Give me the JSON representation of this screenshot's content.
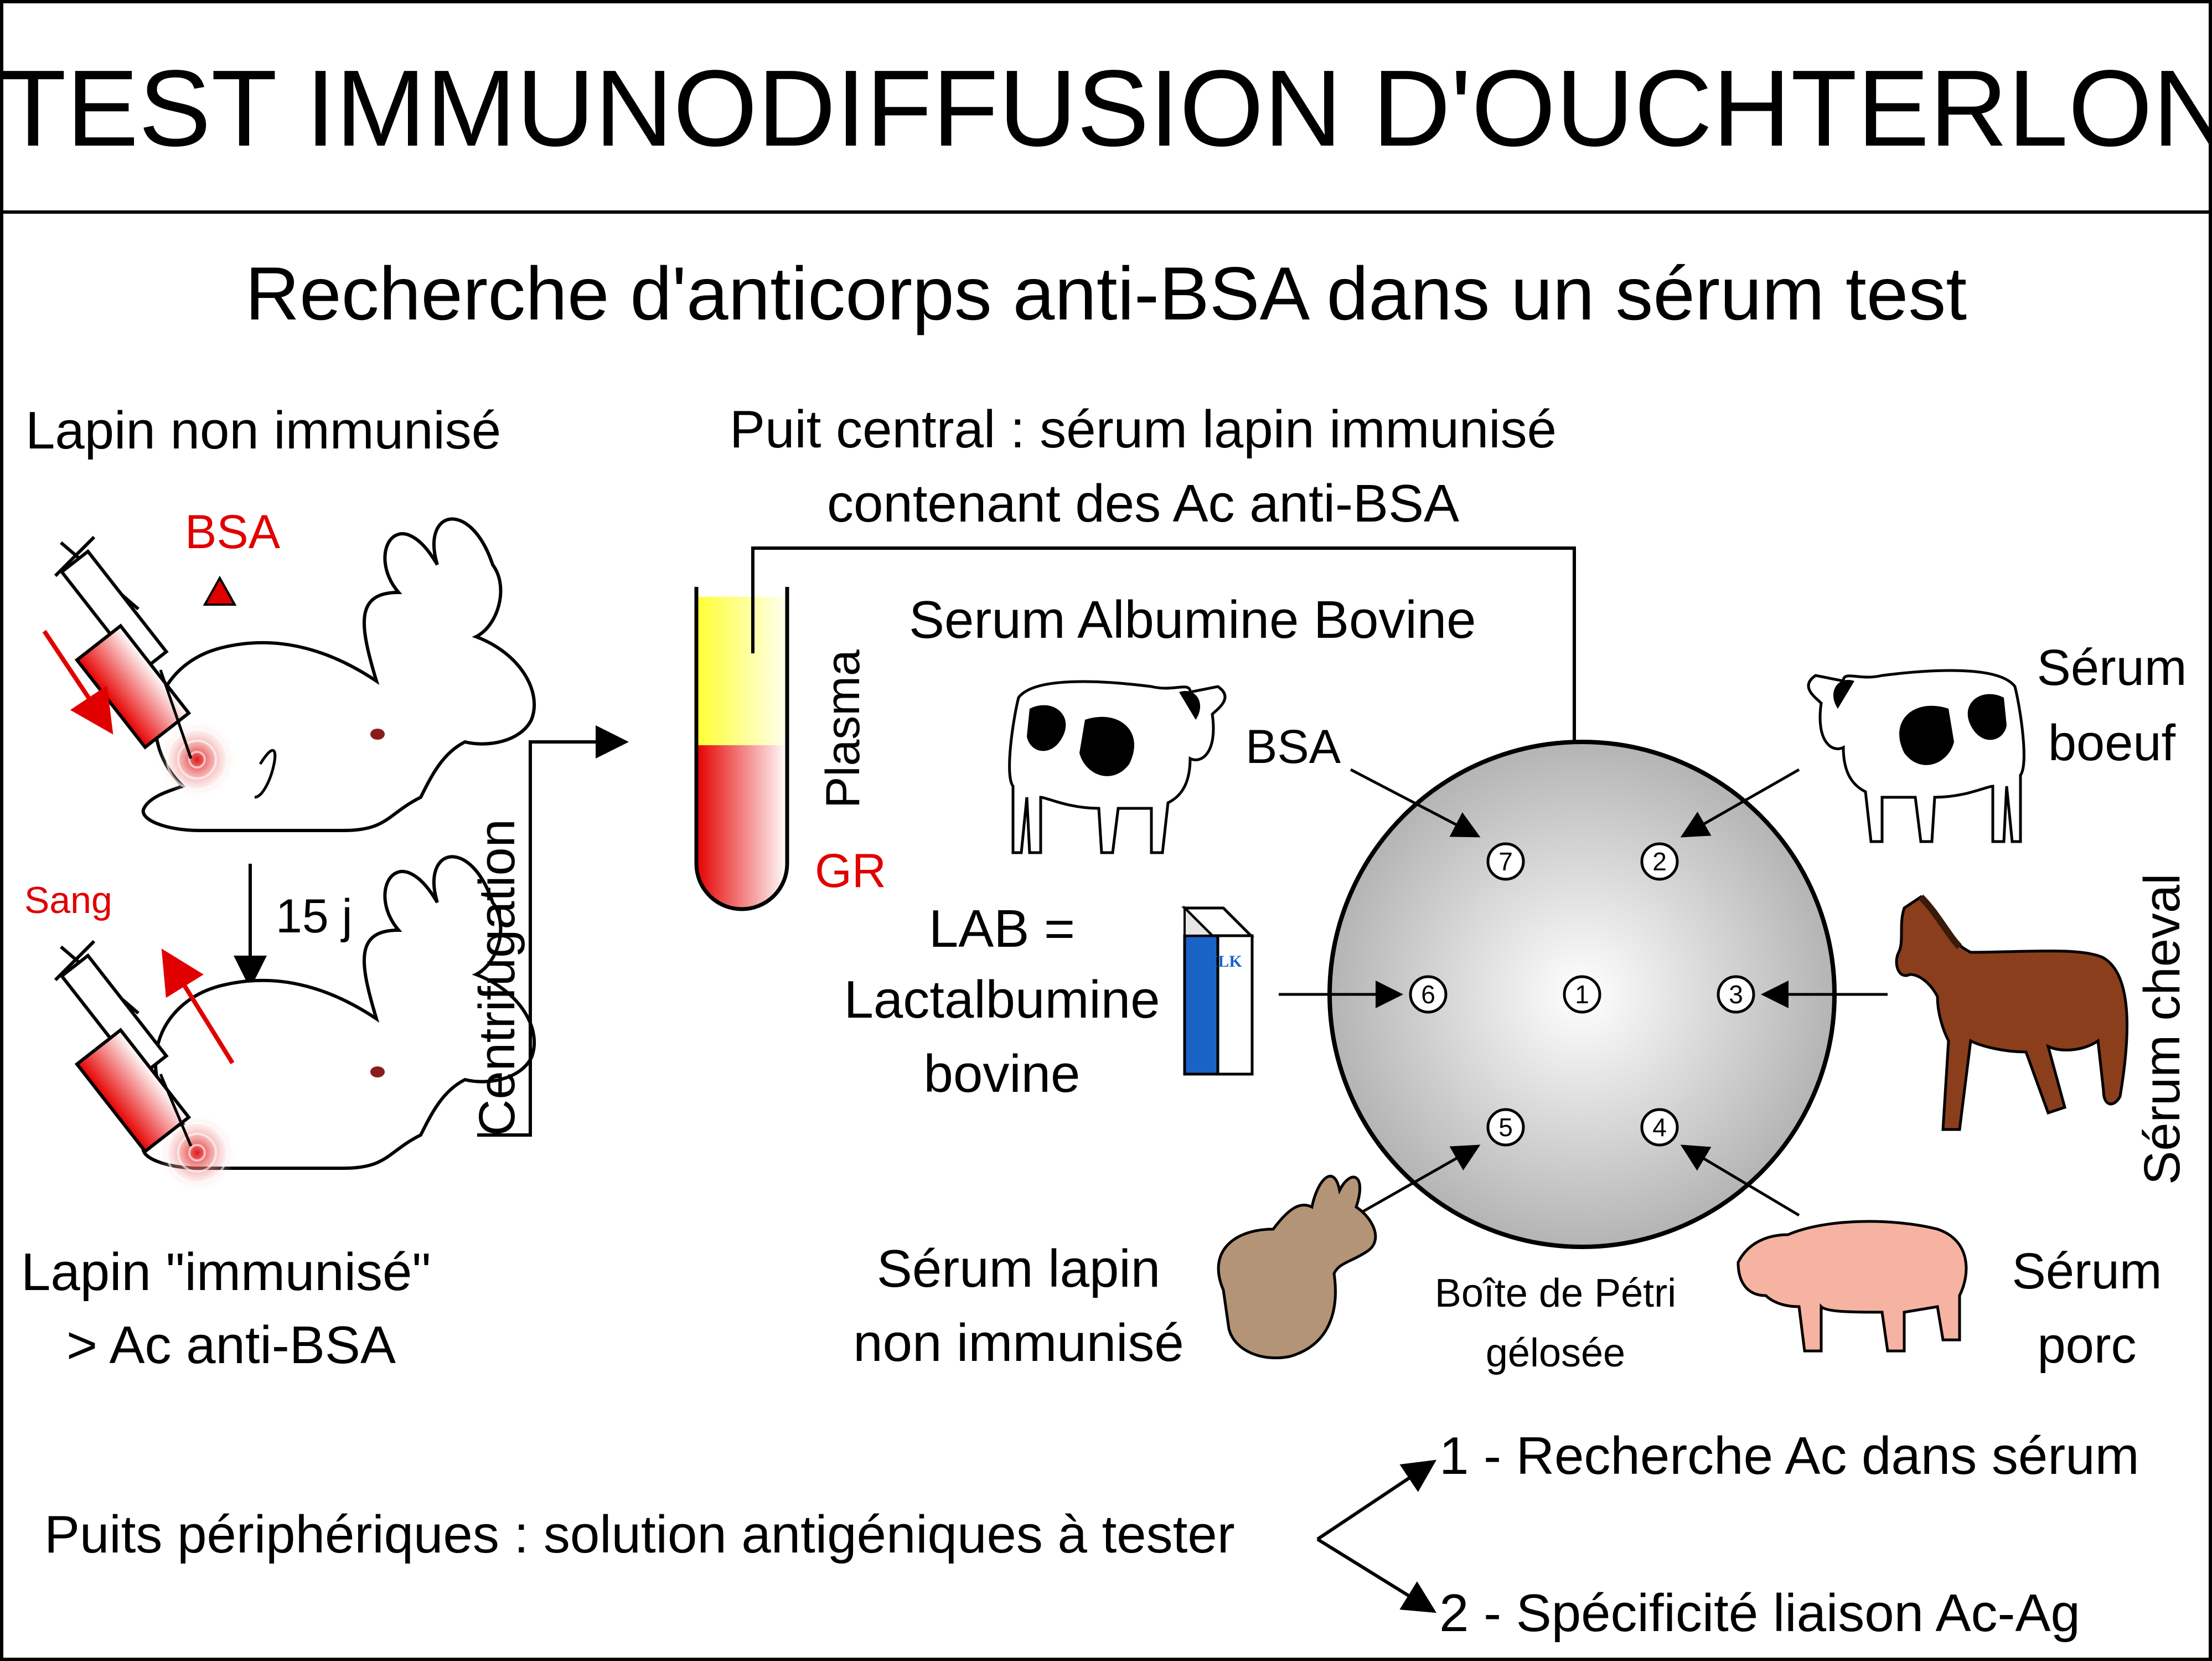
{
  "title": "TEST IMMUNODIFFUSION D'OUCHTERLONY",
  "subtitle": "Recherche d'anticorps anti-BSA dans un sérum test",
  "rabbit_top_label": "Lapin non immunisé",
  "bsa_injection_label": "BSA",
  "sang_label": "Sang",
  "delay_label": "15 j",
  "rabbit_bottom_label_line1": "Lapin \"immunisé\"",
  "rabbit_bottom_label_line2": "> Ac anti-BSA",
  "centrifugation_label": "Centrifugation",
  "plasma_label": "Plasma",
  "gr_label": "GR",
  "central_well_label_line1": "Puit central : sérum lapin immunisé",
  "central_well_label_line2": "contenant des Ac anti-BSA",
  "bsa_source_title": "Serum Albumine Bovine",
  "bsa_short": "BSA",
  "lab_line1": "LAB =",
  "lab_line2": "Lactalbumine",
  "lab_line3": "bovine",
  "milk_label": "MILK",
  "serum_boeuf_line1": "Sérum",
  "serum_boeuf_line2": "boeuf",
  "serum_cheval": "Sérum cheval",
  "serum_porc_line1": "Sérum",
  "serum_porc_line2": "porc",
  "serum_lapin_line1": "Sérum lapin",
  "serum_lapin_line2": "non immunisé",
  "petri_line1": "Boîte de Pétri",
  "petri_line2": "gélosée",
  "wells": [
    "1",
    "2",
    "3",
    "4",
    "5",
    "6",
    "7"
  ],
  "peripheral_label": "Puits périphériques : solution antigéniques à tester",
  "outcome_1": "1 - Recherche Ac dans sérum",
  "outcome_2": "2 - Spécificité liaison Ac-Ag",
  "colors": {
    "accent_red": "#e00000",
    "plasma_yellow": "#ffff33",
    "petri_gray": "#c8c8c8",
    "horse_brown": "#8b3e1c",
    "pig_pink": "#f6b3a1",
    "milk_blue": "#1a63c6"
  }
}
